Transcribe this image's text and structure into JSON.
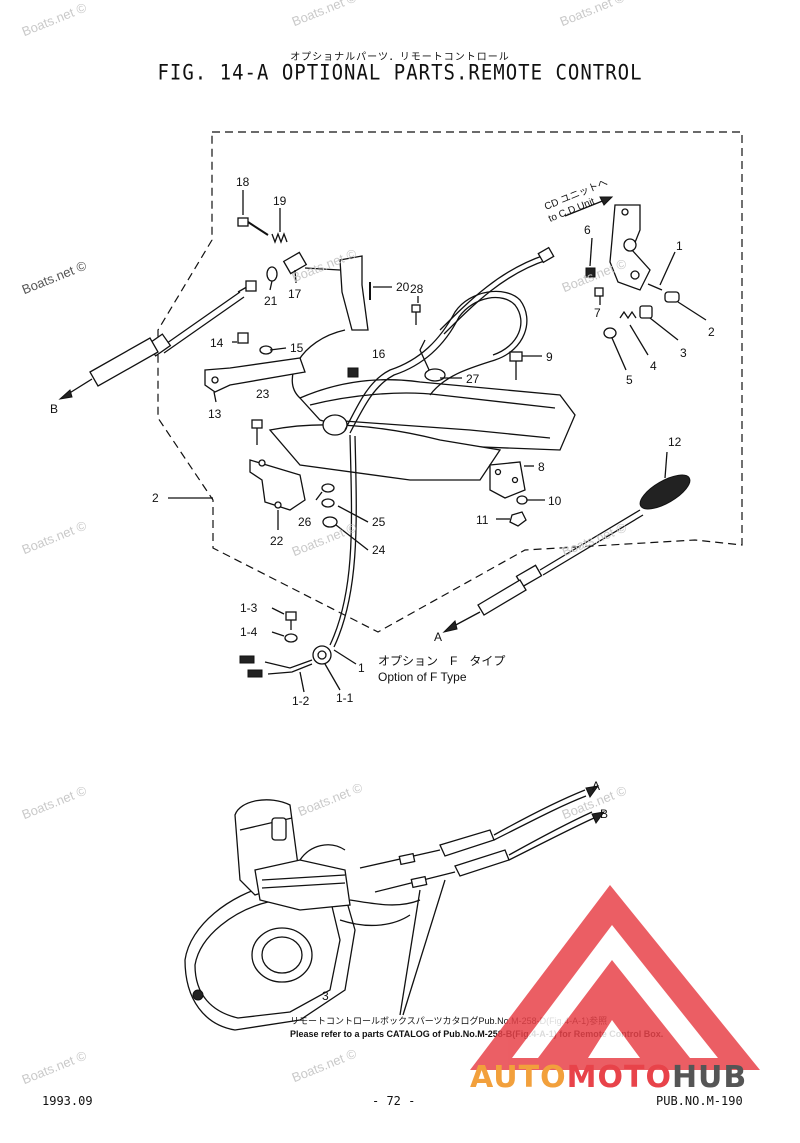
{
  "header": {
    "japanese_title": "オプショナルパーツ．リモートコントロール",
    "title": "FIG. 14-A OPTIONAL PARTS.REMOTE CONTROL"
  },
  "callouts": [
    {
      "id": "c18",
      "text": "18"
    },
    {
      "id": "c19",
      "text": "19"
    },
    {
      "id": "c21",
      "text": "21"
    },
    {
      "id": "c17",
      "text": "17"
    },
    {
      "id": "c20",
      "text": "20"
    },
    {
      "id": "c28",
      "text": "28"
    },
    {
      "id": "c6",
      "text": "6"
    },
    {
      "id": "c1a",
      "text": "1"
    },
    {
      "id": "c7",
      "text": "7"
    },
    {
      "id": "c2a",
      "text": "2"
    },
    {
      "id": "c3a",
      "text": "3"
    },
    {
      "id": "c4",
      "text": "4"
    },
    {
      "id": "c5",
      "text": "5"
    },
    {
      "id": "c9",
      "text": "9"
    },
    {
      "id": "c16",
      "text": "16"
    },
    {
      "id": "c27",
      "text": "27"
    },
    {
      "id": "c14",
      "text": "14"
    },
    {
      "id": "c15",
      "text": "15"
    },
    {
      "id": "c13",
      "text": "13"
    },
    {
      "id": "c23",
      "text": "23"
    },
    {
      "id": "c12",
      "text": "12"
    },
    {
      "id": "c8",
      "text": "8"
    },
    {
      "id": "c10",
      "text": "10"
    },
    {
      "id": "c11",
      "text": "11"
    },
    {
      "id": "c2b",
      "text": "2"
    },
    {
      "id": "c26",
      "text": "26"
    },
    {
      "id": "c25",
      "text": "25"
    },
    {
      "id": "c24",
      "text": "24"
    },
    {
      "id": "c22",
      "text": "22"
    },
    {
      "id": "c1-3",
      "text": "1-3"
    },
    {
      "id": "c1-4",
      "text": "1-4"
    },
    {
      "id": "c1b",
      "text": "1"
    },
    {
      "id": "c1-2",
      "text": "1-2"
    },
    {
      "id": "c1-1",
      "text": "1-1"
    },
    {
      "id": "c3b",
      "text": "3"
    }
  ],
  "arrows": {
    "a_top": "A",
    "b_top": "B",
    "a_bottom": "A",
    "b_bottom": "B"
  },
  "cd_unit": {
    "jp": "CD ユニットへ",
    "en": "to C.D Unit"
  },
  "option": {
    "jp": "オプション　F　タイプ",
    "en": "Option of F Type"
  },
  "note": {
    "jp": "リモートコントロールボックスパーツカタログPub.No.M-258-D(Fig.4-A-1)参照",
    "en": "Please refer to a parts CATALOG of Pub.No.M-258-B(Fig.4-A-1) for Remote Control Box."
  },
  "footer": {
    "date": "1993.09",
    "page": "- 72 -",
    "pub": "PUB.NO.M-190"
  },
  "watermark": {
    "text": "Boats.net ©",
    "brand_auto": "AUTO",
    "brand_moto": "MOTO",
    "brand_hub": "HUB",
    "brand_colors": {
      "auto": "#f2a03c",
      "moto": "#e8434a",
      "hub": "#555555",
      "triangle": "#e8434a"
    }
  }
}
